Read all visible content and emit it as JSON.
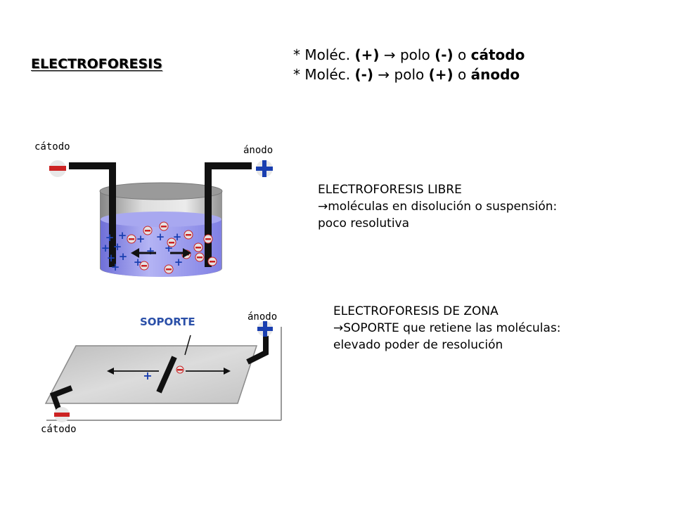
{
  "title": "ELECTROFORESIS",
  "rules": [
    {
      "star": "*",
      "mol": "Moléc.",
      "sign": "(+)",
      "arrow": "→",
      "polo": "polo",
      "pole_sign": "(-)",
      "o": "o",
      "electrode": "cátodo"
    },
    {
      "star": "*",
      "mol": "Moléc.",
      "sign": "(-)",
      "arrow": "→",
      "polo": "polo",
      "pole_sign": "(+)",
      "o": "o",
      "electrode": "ánodo"
    }
  ],
  "free": {
    "cathode_label": "cátodo",
    "anode_label": "ánodo",
    "heading": "ELECTROFORESIS LIBRE",
    "line1_arrow": "→",
    "line1": "moléculas en disolución o suspensión:",
    "line2": "poco resolutiva"
  },
  "zone": {
    "support_label": "SOPORTE",
    "anode_label": "ánodo",
    "cathode_label": "cátodo",
    "heading": "ELECTROFORESIS DE ZONA",
    "line1_arrow": "→",
    "line1": "SOPORTE que retiene las moléculas:",
    "line2": "elevado poder de resolución"
  },
  "colors": {
    "cathode_red": "#cc2222",
    "anode_blue": "#1a3fb0",
    "liquid": "#8f8ff0",
    "support_text": "#2a4fa8"
  }
}
